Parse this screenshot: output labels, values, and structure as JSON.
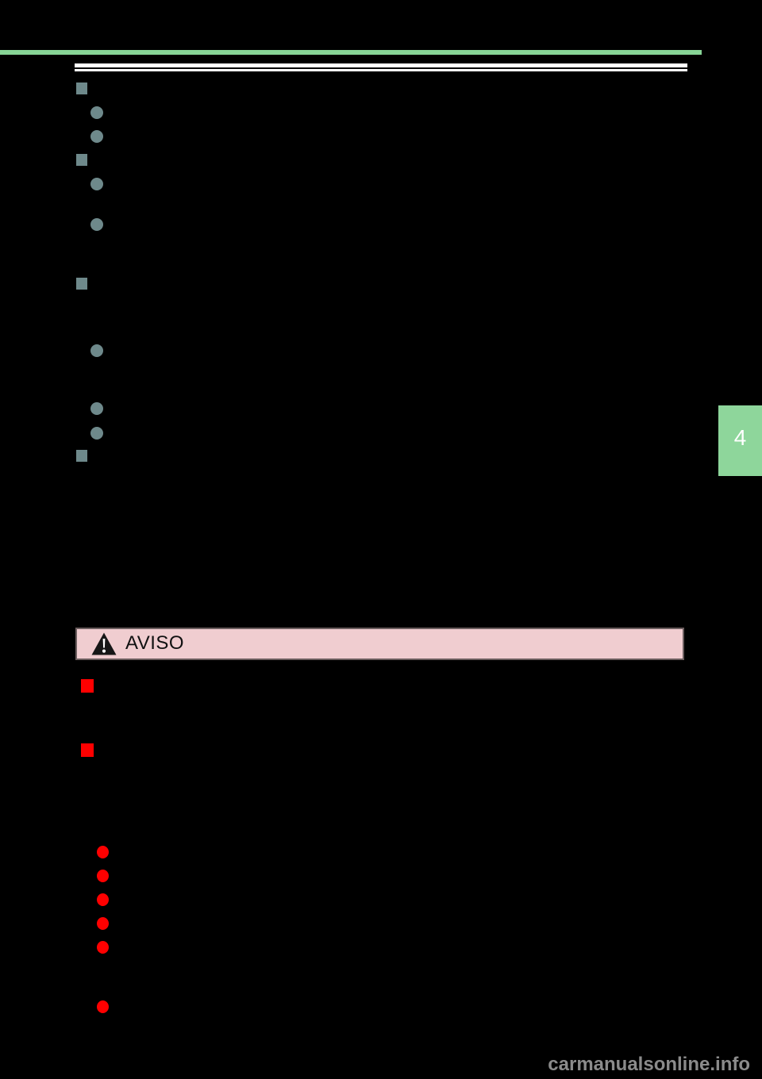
{
  "header": {
    "accent_bar_color": "#87d496",
    "rule_color": "#ffffff"
  },
  "side_tab": {
    "label": "4",
    "background_color": "#8ed69b",
    "text_color": "#ffffff"
  },
  "warning_banner": {
    "label": "AVISO",
    "background_color": "#f0cdd0",
    "border_color": "#6b5d5e",
    "text_color": "#111111",
    "icon": "warning-triangle-icon"
  },
  "markers": {
    "teal_color": "#6e898b",
    "red_color": "#fe0000",
    "teal_square_count": 4,
    "teal_bullet_count": 7,
    "red_square_count": 2,
    "red_bullet_count": 6
  },
  "watermark": {
    "text": "carmanualsonline.info",
    "color": "#8b8b8b"
  }
}
